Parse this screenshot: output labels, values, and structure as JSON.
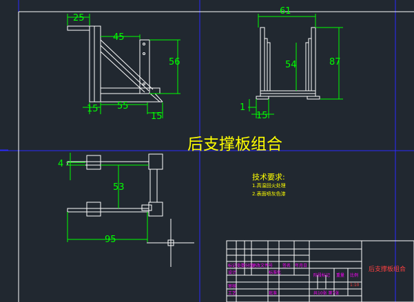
{
  "drawing": {
    "title": "后支撑板组合",
    "colors": {
      "background": "#212830",
      "geometry": "#ffffff",
      "dimension": "#00ff00",
      "frame": "#2a2aff",
      "title_text": "#ffff00",
      "note_text": "#ffff00",
      "tb_magenta": "#ff00ff",
      "tb_red": "#ff4040"
    }
  },
  "dimensions": {
    "front": {
      "top_left": "25",
      "brace": "45",
      "height": "56",
      "bottom_left": "15",
      "bottom_mid": "55",
      "bottom_right": "15"
    },
    "side": {
      "width": "61",
      "inner_height": "54",
      "total_height": "87",
      "base_small": "1",
      "base_offset": "15"
    },
    "plan": {
      "thickness": "4",
      "spacing": "53",
      "length": "95"
    }
  },
  "notes": {
    "heading": "技术要求:",
    "items": [
      "1.高温回火处理",
      "2.表面喷灰色漆"
    ]
  },
  "title_block": {
    "part_name": "后支撑板组合",
    "row_labels": [
      "标记",
      "处数",
      "分区",
      "更改文件号",
      "签名",
      "年月日"
    ],
    "design_label": "设计",
    "std_label": "标准化",
    "stage_label": "阶段标记",
    "weight_label": "重量",
    "scale_label": "比例",
    "scale_value": "1:10",
    "review_label": "审核",
    "process_label": "工艺",
    "approve_label": "批准",
    "sheets": "共10张 第7张"
  }
}
